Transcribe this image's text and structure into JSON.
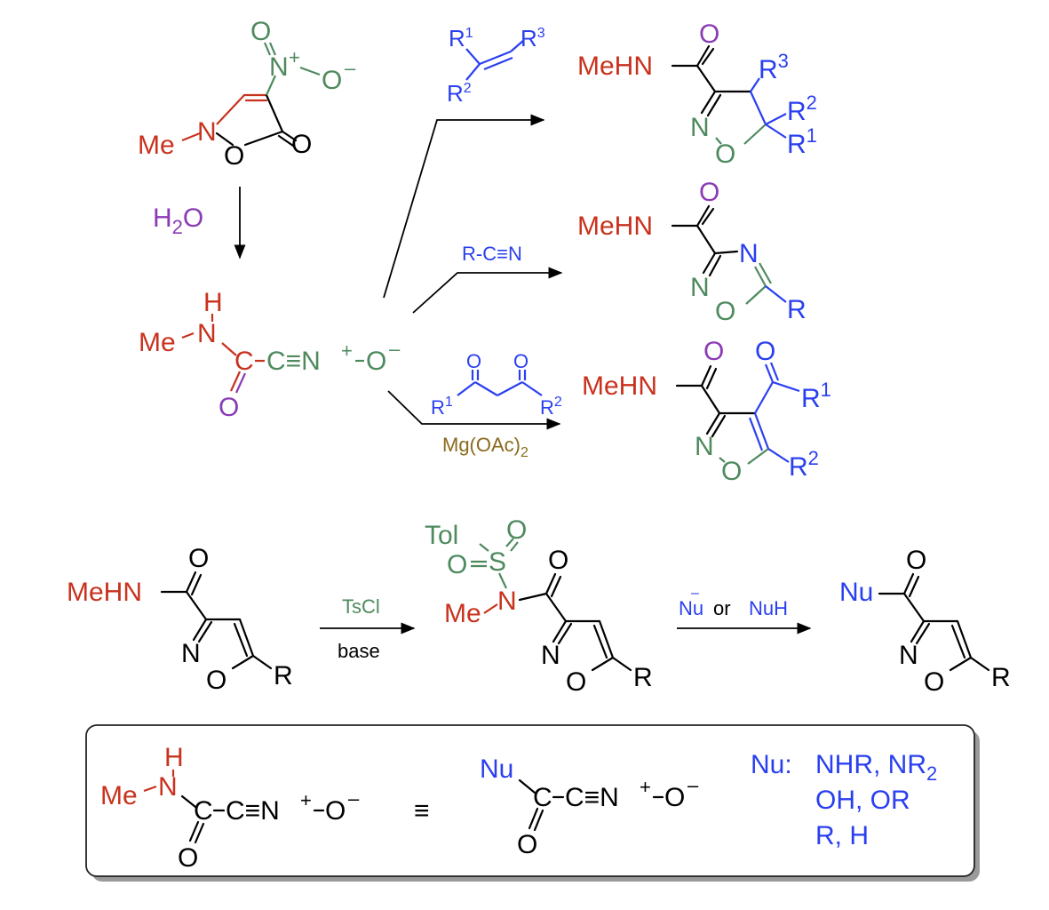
{
  "colors": {
    "black": "#000000",
    "red": "#c8321e",
    "green": "#4e8a5e",
    "blue": "#2a3ff0",
    "purple": "#8a3bb5",
    "brown": "#8a6a1e"
  },
  "start": {
    "me": "Me",
    "n": "N",
    "o_ring": "O",
    "o_exo": "O",
    "nitro_n": "N",
    "plus": "+",
    "o_top": "O",
    "o_minus": "O",
    "minus": "–"
  },
  "water": {
    "h": "H",
    "sub": "2",
    "o": "O"
  },
  "nitrile_oxide": {
    "h": "H",
    "me": "Me",
    "n": "N",
    "c": "C",
    "rest": "C≡N",
    "plus": "+",
    "o": "O",
    "minus": "–",
    "o_carbonyl": "O"
  },
  "alkene": {
    "r1": "R",
    "r1_sup": "1",
    "r2": "R",
    "r2_sup": "2",
    "r3": "R",
    "r3_sup": "3"
  },
  "nitrile": {
    "label": "R-C≡N"
  },
  "diketone": {
    "o1": "O",
    "o2": "O",
    "r1": "R",
    "r1_sup": "1",
    "r2": "R",
    "r2_sup": "2",
    "reagent_main": "Mg(OAc)",
    "reagent_sub": "2"
  },
  "product_isoxazoline": {
    "mehn": "MeHN",
    "o": "O",
    "n": "N",
    "o_ring": "O",
    "r1": "R",
    "r1_sup": "1",
    "r2": "R",
    "r2_sup": "2",
    "r3": "R",
    "r3_sup": "3"
  },
  "product_oxadiazole": {
    "mehn": "MeHN",
    "o": "O",
    "n1": "N",
    "n2": "N",
    "o_ring": "O",
    "r": "R"
  },
  "product_isoxazole": {
    "mehn": "MeHN",
    "o": "O",
    "o_acyl": "O",
    "n": "N",
    "o_ring": "O",
    "r1": "R",
    "r1_sup": "1",
    "r2": "R",
    "r2_sup": "2"
  },
  "row2": {
    "sm": {
      "mehn": "MeHN",
      "o": "O",
      "n": "N",
      "o_ring": "O",
      "r": "R"
    },
    "step1_top": "TsCl",
    "step1_bottom": "base",
    "mid": {
      "tol": "Tol",
      "s": "S",
      "o1": "O",
      "o2": "O",
      "me": "Me",
      "n": "N",
      "o": "O",
      "n_ring": "N",
      "o_ring": "O",
      "r": "R"
    },
    "step2_nu": "Nu",
    "step2_minus": "–",
    "step2_or": "or",
    "step2_nuh": "NuH",
    "prod": {
      "nu": "Nu",
      "o": "O",
      "n": "N",
      "o_ring": "O",
      "r": "R"
    }
  },
  "box": {
    "h": "H",
    "me": "Me",
    "n": "N",
    "c": "C",
    "rest": "C≡N",
    "plus": "+",
    "o": "O",
    "minus": "–",
    "o_carbonyl": "O",
    "equiv": "≡",
    "nu": "Nu",
    "nu_c": "C",
    "nu_rest": "C≡N",
    "nu_plus": "+",
    "nu_o": "O",
    "nu_minus": "–",
    "nu_o_carbonyl": "O",
    "list_label": "Nu:",
    "list_line1": "NHR, NR",
    "list_line1_sub": "2",
    "list_line2": "OH, OR",
    "list_line3": "R, H"
  }
}
